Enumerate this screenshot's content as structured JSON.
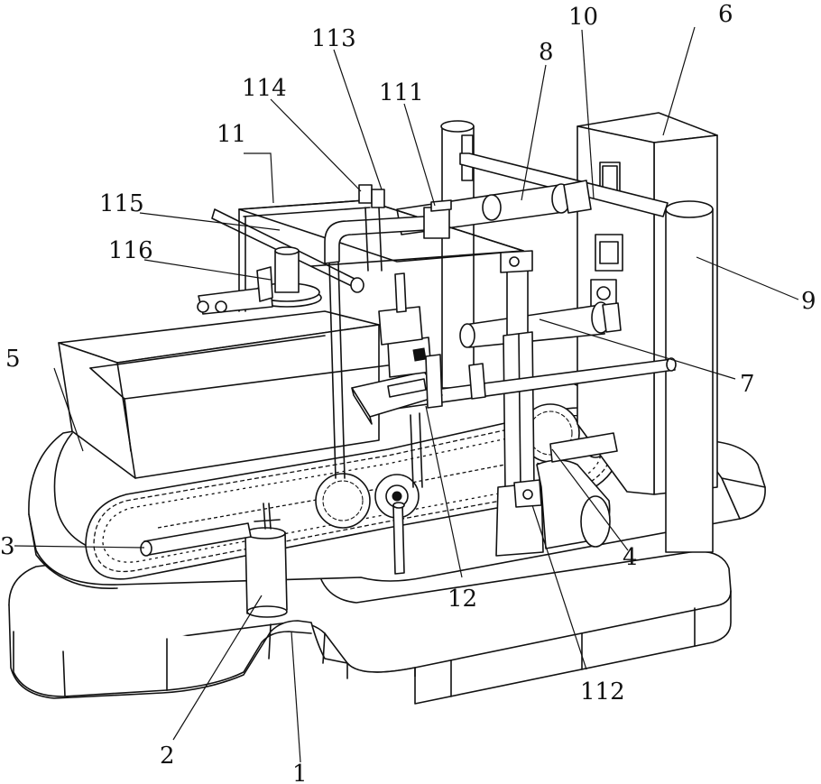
{
  "labels": {
    "l1": "1",
    "l2": "2",
    "l3": "3",
    "l4": "4",
    "l5": "5",
    "l6": "6",
    "l7": "7",
    "l8": "8",
    "l9": "9",
    "l10": "10",
    "l11": "11",
    "l12": "12",
    "l111": "111",
    "l112": "112",
    "l113": "113",
    "l114": "114",
    "l115": "115",
    "l116": "116"
  }
}
